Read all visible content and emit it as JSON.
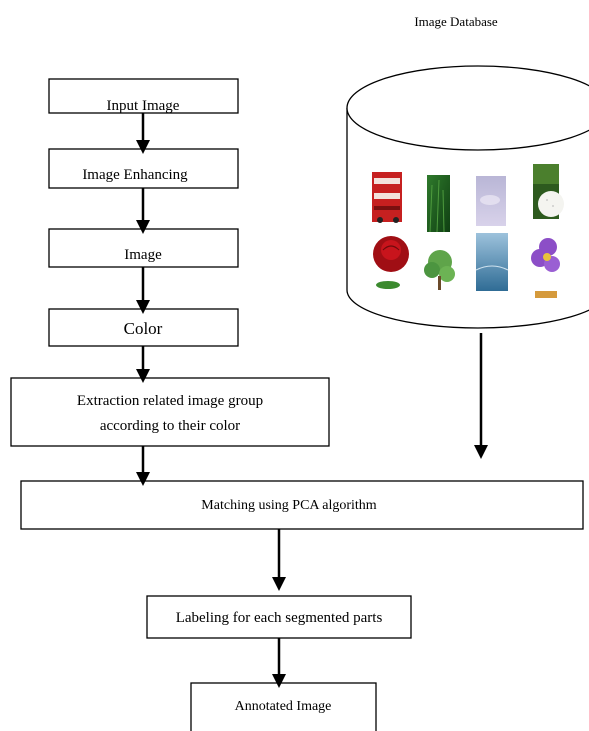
{
  "database": {
    "title": "Image Database"
  },
  "steps": {
    "input_image": "Input Image",
    "image_enhancing": "Image Enhancing",
    "image": "Image",
    "color": "Color",
    "extraction_line1": "Extraction related image group",
    "extraction_line2": "according to their color",
    "matching": "Matching using PCA algorithm",
    "labeling": "Labeling for each segmented parts",
    "annotated": "Annotated Image"
  },
  "thumbnails": [
    {
      "icon": "red-bus-thumbnail"
    },
    {
      "icon": "green-grass-thumbnail"
    },
    {
      "icon": "lavender-sky-thumbnail"
    },
    {
      "icon": "golf-ball-thumbnail"
    },
    {
      "icon": "red-rose-thumbnail"
    },
    {
      "icon": "green-tree-thumbnail"
    },
    {
      "icon": "blue-water-thumbnail"
    },
    {
      "icon": "purple-flower-thumbnail"
    }
  ],
  "colors": {
    "stroke": "#000000",
    "background": "#ffffff"
  }
}
